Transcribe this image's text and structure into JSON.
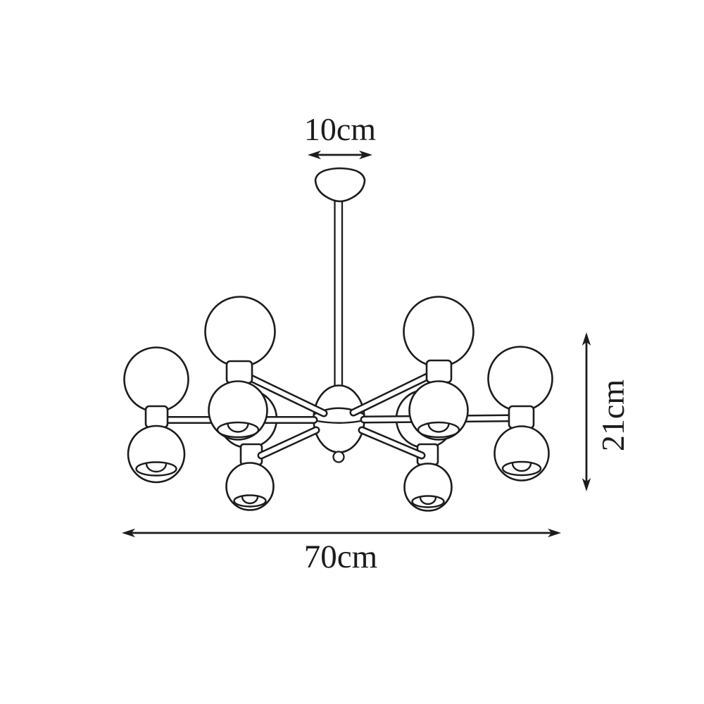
{
  "page": {
    "background_color": "#ffffff",
    "line_color": "#1c1c1c"
  },
  "diagram": {
    "type": "product-dimension-line-drawing",
    "subject": "modern 12-light globe chandelier (6 arms, each with an up-facing glass globe and a down-facing dome shade)",
    "dimensions": {
      "canopy_width": {
        "label": "10cm",
        "orientation": "horizontal",
        "position": "top"
      },
      "body_height": {
        "label": "21cm",
        "orientation": "vertical",
        "position": "right"
      },
      "body_width": {
        "label": "70cm",
        "orientation": "horizontal",
        "position": "bottom"
      }
    }
  }
}
